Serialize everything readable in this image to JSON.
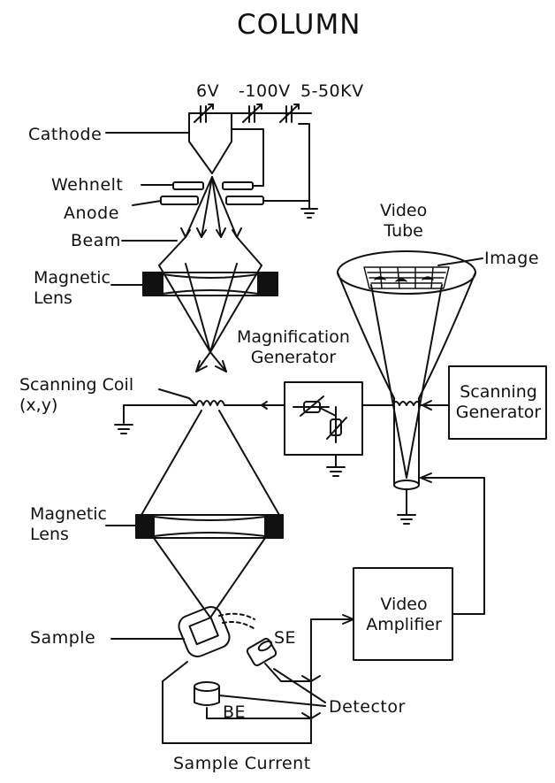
{
  "title": "COLUMN",
  "voltages": {
    "v1": "6V",
    "v2": "-100V",
    "v3": "5-50KV"
  },
  "labels": {
    "cathode": "Cathode",
    "wehnelt": "Wehnelt",
    "anode": "Anode",
    "beam": "Beam",
    "magnetic_lens_1": [
      "Magnetic",
      "Lens"
    ],
    "video_tube": [
      "Video",
      "Tube"
    ],
    "image": "Image",
    "magnification_generator": [
      "Magnification",
      "Generator"
    ],
    "scanning_coil": [
      "Scanning Coil",
      "(x,y)"
    ],
    "scanning_generator": [
      "Scanning",
      "Generator"
    ],
    "magnetic_lens_2": [
      "Magnetic",
      "Lens"
    ],
    "video_amplifier": [
      "Video",
      "Amplifier"
    ],
    "sample": "Sample",
    "se": "SE",
    "be": "BE",
    "detector": "Detector",
    "sample_current": "Sample Current"
  }
}
